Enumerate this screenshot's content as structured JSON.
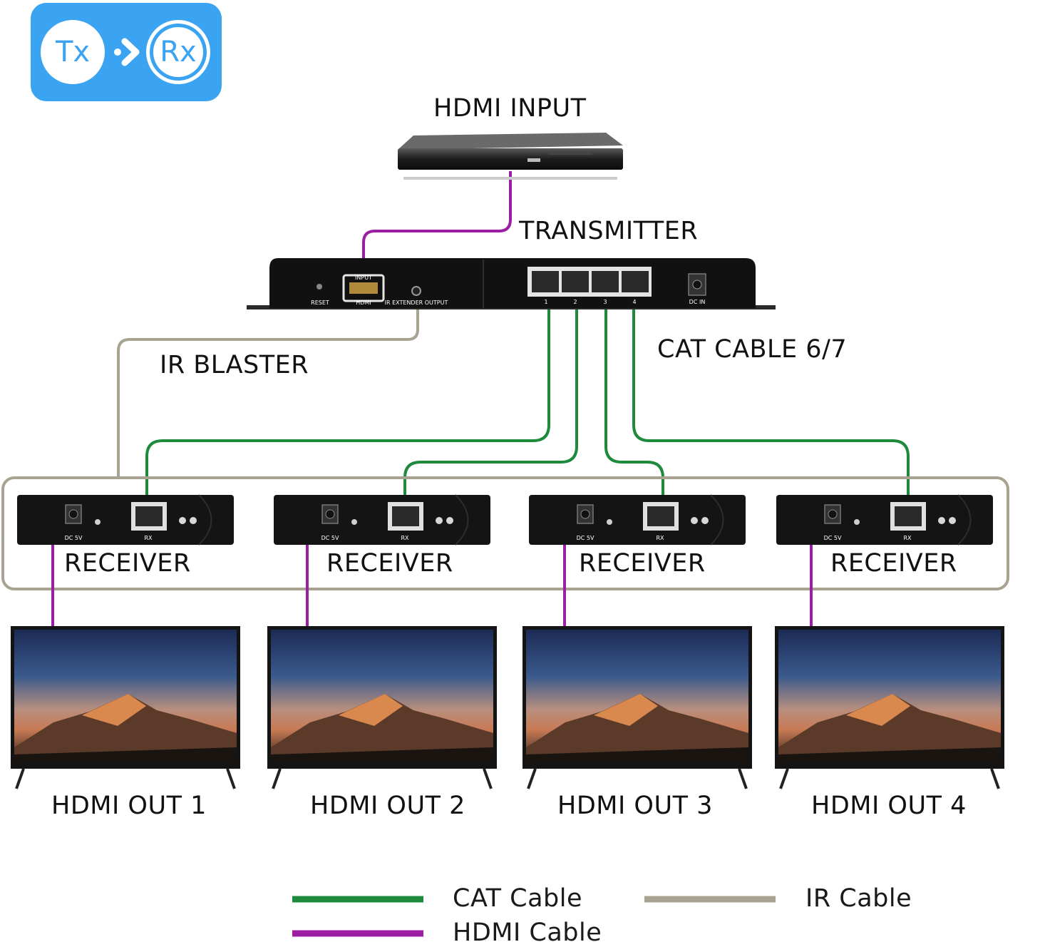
{
  "badge": {
    "tx": "Tx",
    "rx": "Rx"
  },
  "labels": {
    "hdmi_input": "HDMI INPUT",
    "transmitter": "TRANSMITTER",
    "ir_blaster": "IR BLASTER",
    "cat_cable": "CAT CABLE 6/7",
    "receiver": "RECEIVER"
  },
  "transmitter_ports": {
    "reset": "RESET",
    "input": "INPUT",
    "hdmi": "HDMI",
    "ir_out": "IR EXTENDER OUTPUT",
    "lan": [
      "1",
      "2",
      "3",
      "4"
    ],
    "dc_in": "DC IN"
  },
  "receiver_ports": {
    "dc": "DC 5V",
    "rx": "RX"
  },
  "outputs": [
    "HDMI OUT 1",
    "HDMI OUT 2",
    "HDMI OUT 3",
    "HDMI OUT 4"
  ],
  "legend": {
    "cat": "CAT Cable",
    "ir": "IR Cable",
    "hdmi": "HDMI Cable"
  },
  "colors": {
    "cat": "#1e8a3c",
    "hdmi": "#9b1fa3",
    "ir": "#a8a391",
    "badge": "#3aa4f2"
  }
}
